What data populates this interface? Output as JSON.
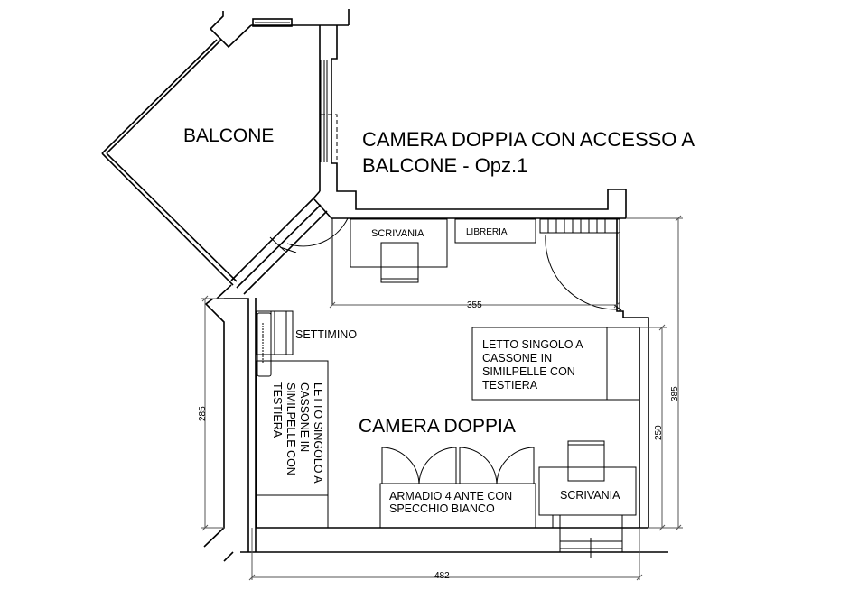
{
  "title": {
    "line1": "CAMERA DOPPIA CON ACCESSO A",
    "line2": "BALCONE - Opz.1"
  },
  "rooms": {
    "balcony": "BALCONE",
    "main_room": "CAMERA DOPPIA"
  },
  "furniture": {
    "desk_top": "SCRIVANIA",
    "bookshelf": "LIBRERIA",
    "dresser": "SETTIMINO",
    "bed_left": {
      "line1": "LETTO SINGOLO A",
      "line2": "CASSONE IN",
      "line3": "SIMILPELLE CON",
      "line4": "TESTIERA"
    },
    "bed_right": {
      "line1": "LETTO SINGOLO A",
      "line2": "CASSONE IN",
      "line3": "SIMILPELLE CON",
      "line4": "TESTIERA"
    },
    "wardrobe": {
      "line1": "ARMADIO 4 ANTE CON",
      "line2": "SPECCHIO BIANCO"
    },
    "desk_bottom": "SCRIVANIA"
  },
  "dimensions": {
    "top_width": "355",
    "bottom_width": "482",
    "left_height": "285",
    "right_inner_height": "250",
    "right_outer_height": "385"
  },
  "colors": {
    "line": "#000000",
    "background": "#ffffff"
  }
}
